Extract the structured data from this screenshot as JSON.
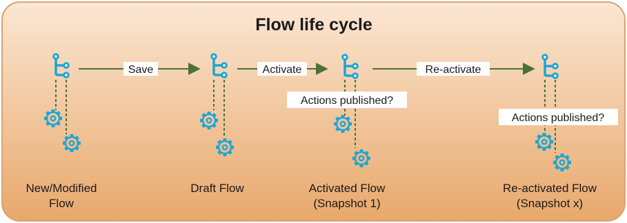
{
  "diagram": {
    "title": "Flow life cycle",
    "colors": {
      "background_top": "#fbe7d3",
      "background_bottom": "#e8a86b",
      "border": "#d9a271",
      "flow_icon": "#1aa6d6",
      "gear_icon": "#1aa6d6",
      "arrow": "#4e6f3a",
      "dashed_line": "#4e6f3a",
      "label_background": "#ffffff",
      "text": "#1a1a1a"
    },
    "stages": [
      {
        "id": "new",
        "label_lines": [
          "New/Modified",
          "Flow"
        ],
        "icon": "flow-branch-icon"
      },
      {
        "id": "draft",
        "label_lines": [
          "Draft Flow"
        ],
        "icon": "flow-branch-icon"
      },
      {
        "id": "activated",
        "label_lines": [
          "Activated Flow",
          "(Snapshot 1)"
        ],
        "icon": "flow-branch-icon",
        "question": "Actions published?"
      },
      {
        "id": "reactivated",
        "label_lines": [
          "Re-activated Flow",
          "(Snapshot x)"
        ],
        "icon": "flow-branch-icon",
        "question": "Actions published?"
      }
    ],
    "transitions": [
      {
        "from": "new",
        "to": "draft",
        "label": "Save"
      },
      {
        "from": "draft",
        "to": "activated",
        "label": "Activate"
      },
      {
        "from": "activated",
        "to": "reactivated",
        "label": "Re-activate"
      }
    ]
  }
}
